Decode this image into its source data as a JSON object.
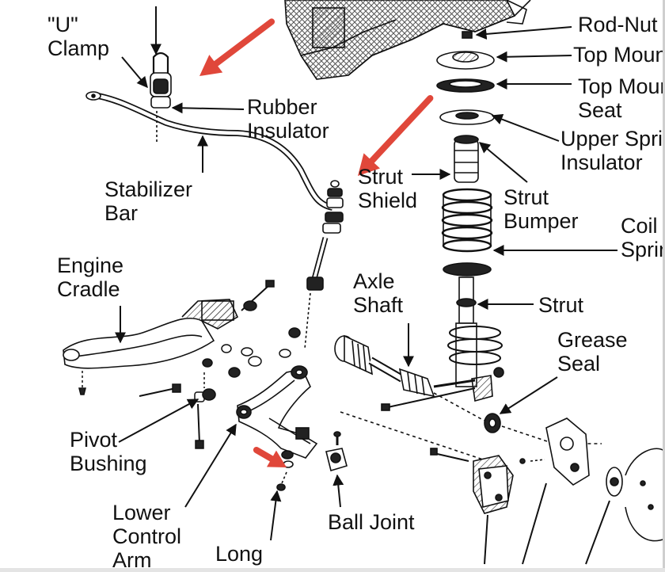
{
  "labels": {
    "u_clamp": "\"U\"\nClamp",
    "rubber_insulator": "Rubber\nInsulator",
    "stabilizer_bar": "Stabilizer\nBar",
    "engine_cradle": "Engine\nCradle",
    "pivot_bushing": "Pivot\nBushing",
    "lower_control_arm": "Lower\nControl\nArm",
    "long": "Long",
    "ball_joint": "Ball Joint",
    "strut_shield": "Strut\nShield",
    "axle_shaft": "Axle\nShaft",
    "rod_nut": "Rod-Nut",
    "top_mount": "Top Mount",
    "top_mount_seat": "Top Mount\nSeat",
    "upper_spring_insulator": "Upper Spring\nInsulator",
    "strut_bumper": "Strut\nBumper",
    "coil_spring": "Coil\nSpring",
    "strut": "Strut",
    "grease_seal": "Grease\nSeal"
  },
  "colors": {
    "line": "#111111",
    "hatch": "#333333",
    "arrow": "#e0473a",
    "background": "#ffffff"
  }
}
